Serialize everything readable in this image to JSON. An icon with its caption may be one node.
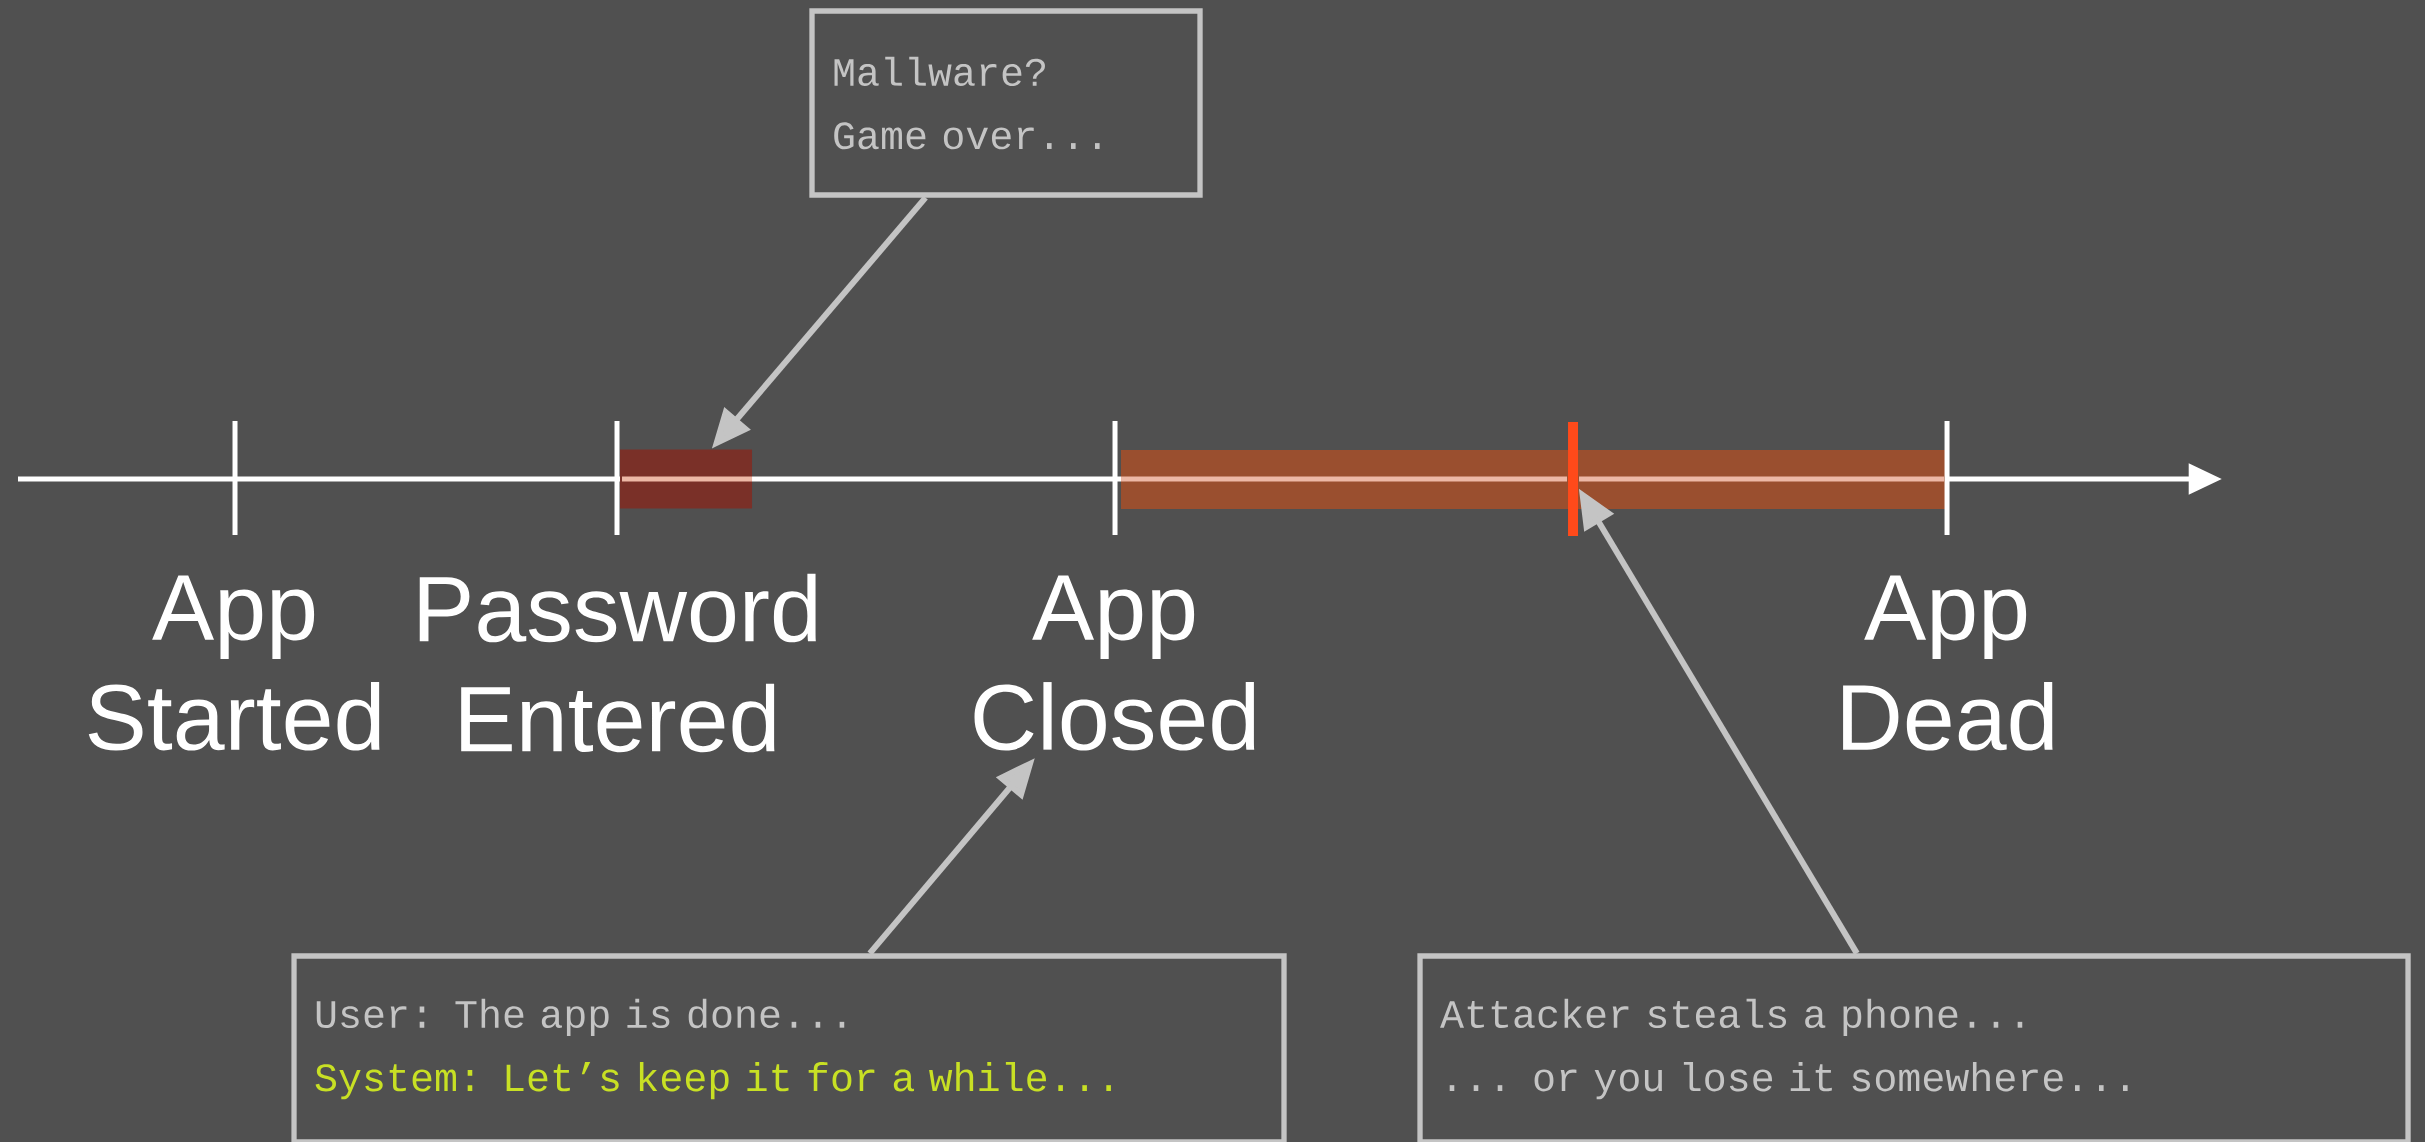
{
  "diagram": {
    "nodes": [
      {
        "text": [
          "Mallware?",
          "Game over..."
        ]
      },
      {
        "text": [],
        "shape": "bar"
      },
      {
        "text": [
          "App Closed"
        ]
      },
      {
        "text": [],
        "shape": "bar"
      },
      {
        "text": [
          "User: The app is done...",
          "System: Let’s keep it for a while..."
        ]
      },
      {
        "text": [
          "Attacker steals a phone...",
          "... or you lose it somewhere..."
        ]
      }
    ],
    "edges": [
      {
        "from": 0,
        "to": 1,
        "arrow": "to"
      },
      {
        "from": 4,
        "to": 2,
        "arrow": "to"
      },
      {
        "from": 5,
        "to": 3,
        "arrow": "to"
      }
    ],
    "labels": [
      "App Started",
      "Password Entered",
      "App Dead"
    ]
  }
}
